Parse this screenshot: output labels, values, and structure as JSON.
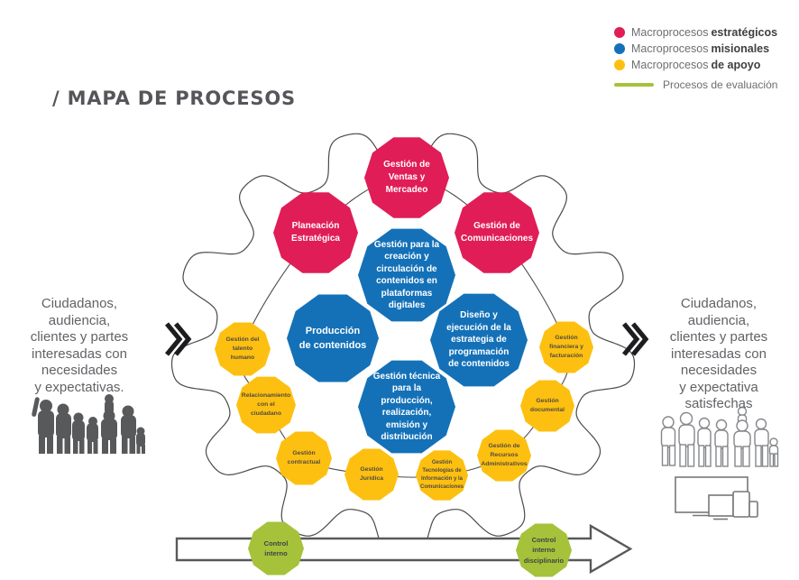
{
  "title": "/ MAPA DE PROCESOS",
  "legend": {
    "items": [
      {
        "prefix": "Macroprocesos",
        "bold": "estratégicos",
        "color": "#E01D56"
      },
      {
        "prefix": "Macroprocesos",
        "bold": "misionales",
        "color": "#1471B8"
      },
      {
        "prefix": "Macroprocesos",
        "bold": "de apoyo",
        "color": "#FDC010"
      }
    ],
    "evaluation": {
      "label": "Procesos de evaluación",
      "color": "#A6C23A"
    }
  },
  "left_panel": {
    "text": "Ciudadanos,\naudiencia,\nclientes y partes\ninteresadas con\nnecesidades\ny expectativas."
  },
  "right_panel": {
    "text": "Ciudadanos,\naudiencia,\nclientes y partes\ninteresadas con\nnecesidades\ny expectativa\nsatisfechas"
  },
  "nodes": {
    "strategic": [
      {
        "label": "Gestión de\nVentas y\nMercadeo"
      },
      {
        "label": "Planeación\nEstratégica"
      },
      {
        "label": "Gestión de\nComunicaciones"
      }
    ],
    "missional": [
      {
        "label": "Gestión para la\ncreación y\ncirculación de\ncontenidos en\nplataformas\ndigitales"
      },
      {
        "label": "Producción\nde contenidos"
      },
      {
        "label": "Diseño y\nejecución de la\nestrategia de\nprogramación\nde contenidos"
      },
      {
        "label": "Gestión técnica\npara la\nproducción,\nrealización,\nemisión y\ndistribución"
      }
    ],
    "support": [
      {
        "label": "Gestión del\ntalento\nhumano"
      },
      {
        "label": "Relacionamiento\ncon el\nciudadano"
      },
      {
        "label": "Gestión\ncontractual"
      },
      {
        "label": "Gestión\nJurídica"
      },
      {
        "label": "Gestión\nTecnologías de\nInformación y  la\nComunicaciones"
      },
      {
        "label": "Gestión de\nRecursos\nAdministrativos"
      },
      {
        "label": "Gestión\ndocumental"
      },
      {
        "label": "Gestión\nfinanciera  y\nfacturación"
      }
    ],
    "evaluation": [
      {
        "label": "Control\ninterno"
      },
      {
        "label": "Control\ninterno\ndisciplinario"
      }
    ]
  }
}
